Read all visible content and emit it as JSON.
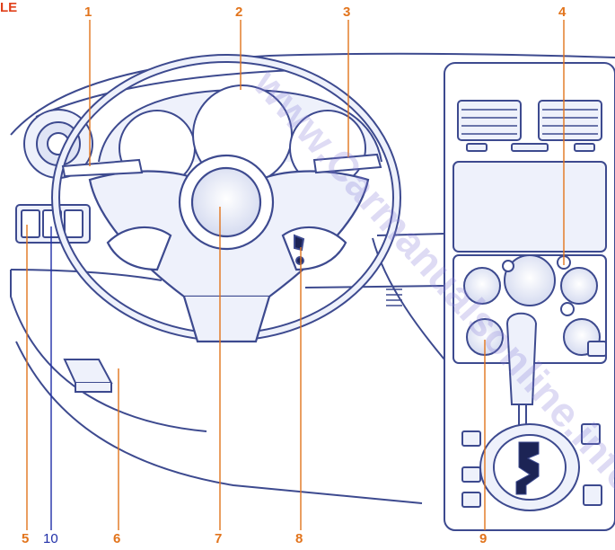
{
  "header": {
    "text": "LE"
  },
  "callouts": {
    "c1": "1",
    "c2": "2",
    "c3": "3",
    "c4": "4",
    "c5": "5",
    "c10": "10",
    "c6": "6",
    "c7": "7",
    "c8": "8",
    "c9": "9"
  },
  "watermark": {
    "text": "www.Carmanualsonline.info"
  },
  "colors": {
    "line": "#3d4a8f",
    "callout": "#e2741c",
    "callout_blue": "#1f2fa8",
    "fill_light": "#eef1fb",
    "fill_mid": "#dfe4f5",
    "header": "#e0401a"
  }
}
